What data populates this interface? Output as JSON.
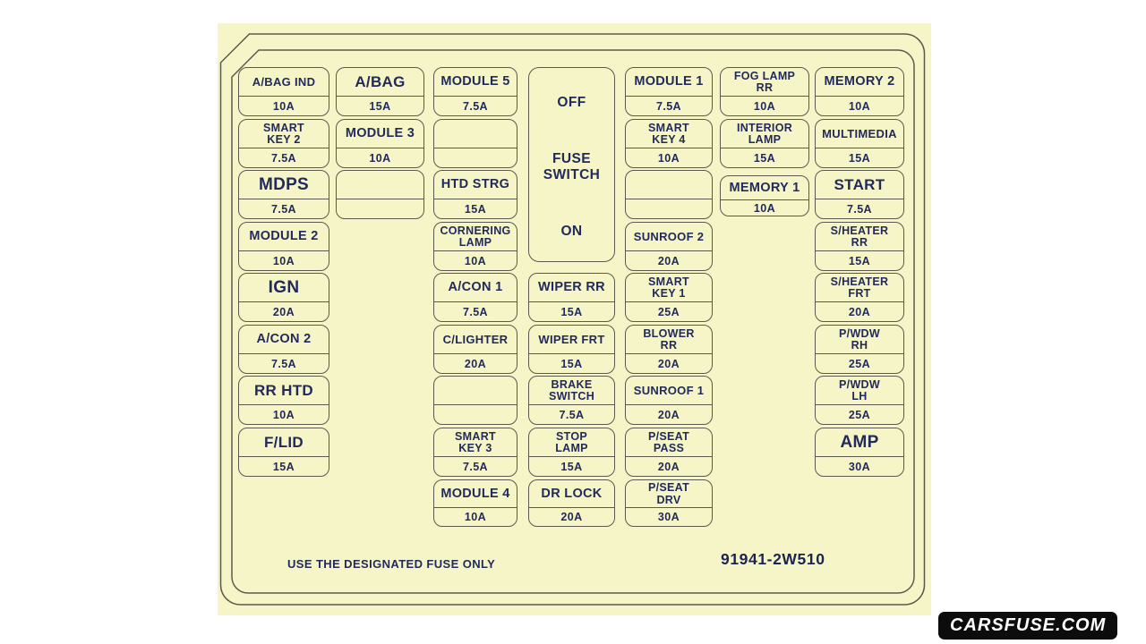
{
  "panel": {
    "bottom_note": "USE THE DESIGNATED FUSE ONLY",
    "part_number": "91941-2W510"
  },
  "fuse_switch": {
    "top_label": "OFF",
    "middle_label": "FUSE\nSWITCH",
    "bottom_label": "ON"
  },
  "watermark": {
    "text": "CARSFUSE.COM"
  },
  "colors": {
    "panel_bg": "#f6f5c8",
    "line": "#5b594d",
    "text": "#222a5a",
    "watermark_bg": "#0c0c0c",
    "watermark_text": "#ffffff"
  },
  "fuses": [
    {
      "col": 1,
      "row": 1,
      "label": "A/BAG IND",
      "amp": "10A"
    },
    {
      "col": 1,
      "row": 2,
      "label": "SMART\nKEY 2",
      "amp": "7.5A"
    },
    {
      "col": 1,
      "row": 3,
      "label": "MDPS",
      "amp": "7.5A"
    },
    {
      "col": 1,
      "row": 4,
      "label": "MODULE 2",
      "amp": "10A"
    },
    {
      "col": 1,
      "row": 5,
      "label": "IGN",
      "amp": "20A"
    },
    {
      "col": 1,
      "row": 6,
      "label": "A/CON 2",
      "amp": "7.5A"
    },
    {
      "col": 1,
      "row": 7,
      "label": "RR HTD",
      "amp": "10A"
    },
    {
      "col": 1,
      "row": 8,
      "label": "F/LID",
      "amp": "15A"
    },
    {
      "col": 2,
      "row": 1,
      "label": "A/BAG",
      "amp": "15A"
    },
    {
      "col": 2,
      "row": 2,
      "label": "MODULE 3",
      "amp": "10A"
    },
    {
      "col": 2,
      "row": 3,
      "label": "",
      "amp": ""
    },
    {
      "col": 3,
      "row": 1,
      "label": "MODULE 5",
      "amp": "7.5A"
    },
    {
      "col": 3,
      "row": 2,
      "label": "",
      "amp": ""
    },
    {
      "col": 3,
      "row": 3,
      "label": "HTD STRG",
      "amp": "15A"
    },
    {
      "col": 3,
      "row": 4,
      "label": "CORNERING\nLAMP",
      "amp": "10A"
    },
    {
      "col": 3,
      "row": 5,
      "label": "A/CON 1",
      "amp": "7.5A"
    },
    {
      "col": 3,
      "row": 6,
      "label": "C/LIGHTER",
      "amp": "20A"
    },
    {
      "col": 3,
      "row": 7,
      "label": "",
      "amp": ""
    },
    {
      "col": 3,
      "row": 8,
      "label": "SMART\nKEY 3",
      "amp": "7.5A"
    },
    {
      "col": 3,
      "row": 9,
      "label": "MODULE 4",
      "amp": "10A"
    },
    {
      "col": 4,
      "row": 5,
      "label": "WIPER RR",
      "amp": "15A"
    },
    {
      "col": 4,
      "row": 6,
      "label": "WIPER FRT",
      "amp": "15A"
    },
    {
      "col": 4,
      "row": 7,
      "label": "BRAKE\nSWITCH",
      "amp": "7.5A"
    },
    {
      "col": 4,
      "row": 8,
      "label": "STOP\nLAMP",
      "amp": "15A"
    },
    {
      "col": 4,
      "row": 9,
      "label": "DR LOCK",
      "amp": "20A"
    },
    {
      "col": 5,
      "row": 1,
      "label": "MODULE 1",
      "amp": "7.5A"
    },
    {
      "col": 5,
      "row": 2,
      "label": "SMART\nKEY 4",
      "amp": "10A"
    },
    {
      "col": 5,
      "row": 3,
      "label": "",
      "amp": ""
    },
    {
      "col": 5,
      "row": 4,
      "label": "SUNROOF 2",
      "amp": "20A"
    },
    {
      "col": 5,
      "row": 5,
      "label": "SMART\nKEY 1",
      "amp": "25A"
    },
    {
      "col": 5,
      "row": 6,
      "label": "BLOWER\nRR",
      "amp": "20A"
    },
    {
      "col": 5,
      "row": 7,
      "label": "SUNROOF 1",
      "amp": "20A"
    },
    {
      "col": 5,
      "row": 8,
      "label": "P/SEAT\nPASS",
      "amp": "20A"
    },
    {
      "col": 5,
      "row": 9,
      "label": "P/SEAT\nDRV",
      "amp": "30A"
    },
    {
      "col": 6,
      "row": 1,
      "label": "FOG LAMP\nRR",
      "amp": "10A"
    },
    {
      "col": 6,
      "row": 2,
      "label": "INTERIOR\nLAMP",
      "amp": "15A"
    },
    {
      "col": 6,
      "row": 3,
      "label": "MEMORY 1",
      "amp": "10A"
    },
    {
      "col": 7,
      "row": 1,
      "label": "MEMORY 2",
      "amp": "10A"
    },
    {
      "col": 7,
      "row": 2,
      "label": "MULTIMEDIA",
      "amp": "15A"
    },
    {
      "col": 7,
      "row": 3,
      "label": "START",
      "amp": "7.5A"
    },
    {
      "col": 7,
      "row": 4,
      "label": "S/HEATER\nRR",
      "amp": "15A"
    },
    {
      "col": 7,
      "row": 5,
      "label": "S/HEATER\nFRT",
      "amp": "20A"
    },
    {
      "col": 7,
      "row": 6,
      "label": "P/WDW\nRH",
      "amp": "25A"
    },
    {
      "col": 7,
      "row": 7,
      "label": "P/WDW\nLH",
      "amp": "25A"
    },
    {
      "col": 7,
      "row": 8,
      "label": "AMP",
      "amp": "30A"
    }
  ]
}
